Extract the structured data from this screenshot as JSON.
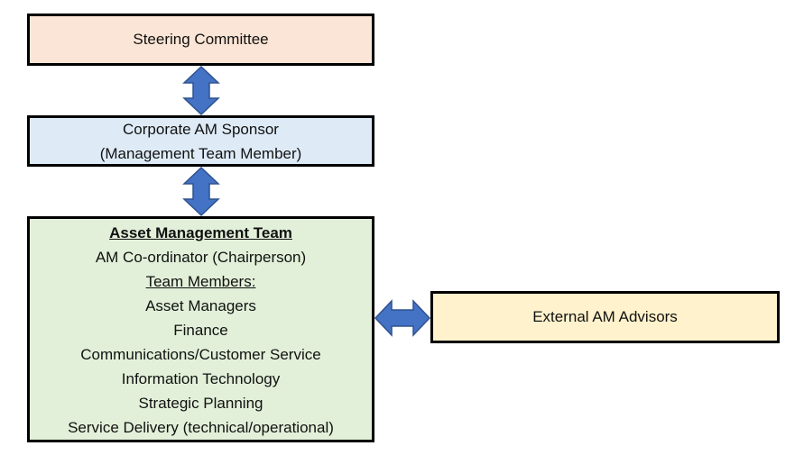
{
  "colors": {
    "steering_fill": "#fbe5d6",
    "sponsor_fill": "#deebf7",
    "team_fill": "#e2f0d9",
    "external_fill": "#fff2cc",
    "arrow_fill": "#4472c4",
    "arrow_stroke": "#2f528f"
  },
  "steering": {
    "label": "Steering Committee"
  },
  "sponsor": {
    "line1": "Corporate AM Sponsor",
    "line2": "(Management Team Member)"
  },
  "am_team": {
    "heading": "Asset Management Team",
    "coordinator": "AM Co-ordinator (Chairperson)",
    "members_heading": "Team Members:",
    "members": [
      "Asset Managers",
      "Finance",
      "Communications/Customer Service",
      "Information Technology",
      "Strategic Planning",
      "Service Delivery (technical/operational)"
    ]
  },
  "external": {
    "label": "External AM Advisors"
  }
}
